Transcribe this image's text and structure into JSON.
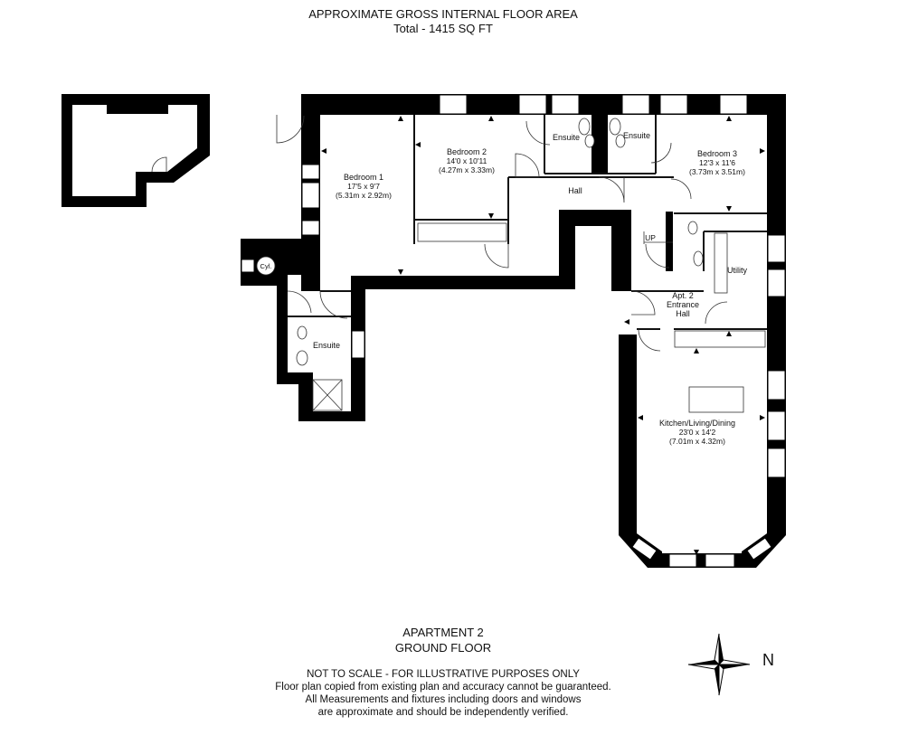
{
  "header": {
    "title": "APPROXIMATE GROSS INTERNAL FLOOR AREA",
    "total": "Total - 1415 SQ FT"
  },
  "rooms": {
    "bedroom1": {
      "name": "Bedroom 1",
      "dims_ft": "17'5 x 9'7",
      "dims_m": "(5.31m x 2.92m)"
    },
    "bedroom2": {
      "name": "Bedroom 2",
      "dims_ft": "14'0 x 10'11",
      "dims_m": "(4.27m x 3.33m)"
    },
    "bedroom3": {
      "name": "Bedroom 3",
      "dims_ft": "12'3 x 11'6",
      "dims_m": "(3.73m x 3.51m)"
    },
    "ensuite_left": {
      "name": "Ensuite"
    },
    "ensuite_right": {
      "name": "Ensuite"
    },
    "ensuite_lower": {
      "name": "Ensuite"
    },
    "hall": {
      "name": "Hall"
    },
    "utility": {
      "name": "Utility"
    },
    "entrance": {
      "line1": "Apt. 2",
      "line2": "Entrance",
      "line3": "Hall"
    },
    "kitchen": {
      "name": "Kitchen/Living/Dining",
      "dims_ft": "23'0 x 14'2",
      "dims_m": "(7.01m x 4.32m)"
    },
    "cylinder": "Cyl.",
    "stairs_up": "UP"
  },
  "footer": {
    "apartment": "APARTMENT 2",
    "floor": "GROUND FLOOR",
    "disclaimer1": "NOT TO SCALE - FOR ILLUSTRATIVE PURPOSES ONLY",
    "disclaimer2": "Floor plan copied from existing plan and accuracy cannot be guaranteed.",
    "disclaimer3": "All Measurements and fixtures including doors and windows",
    "disclaimer4": "are approximate and should be independently verified."
  },
  "compass": {
    "label": "N"
  },
  "colors": {
    "wall": "#000000",
    "window": "#ffffff",
    "line": "#333333"
  }
}
